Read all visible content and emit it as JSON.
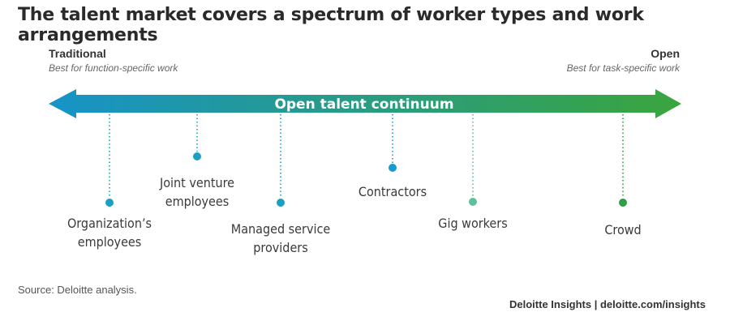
{
  "title": "The talent market covers a spectrum of worker types and work arrangements",
  "left_end": {
    "label": "Traditional",
    "description": "Best for function-specific work"
  },
  "right_end": {
    "label": "Open",
    "description": "Best for task-specific work"
  },
  "continuum_label": "Open talent continuum",
  "colors": {
    "start": "#1793c8",
    "end": "#3aa53d",
    "text": "#ffffff"
  },
  "nodes": [
    {
      "line1": "Organization’s",
      "line2": "employees",
      "color": "#1ba0c2"
    },
    {
      "line1": "Joint venture",
      "line2": "employees",
      "color": "#1ba0c2"
    },
    {
      "line1": "Managed service",
      "line2": "providers",
      "color": "#1ba0c2"
    },
    {
      "line1": "Contractors",
      "line2": "",
      "color": "#1a9bd0"
    },
    {
      "line1": "Gig workers",
      "line2": "",
      "color": "#5ec09a"
    },
    {
      "line1": "Crowd",
      "line2": "",
      "color": "#2e9d45"
    }
  ],
  "source": "Source: Deloitte analysis.",
  "credit": "Deloitte Insights | deloitte.com/insights"
}
